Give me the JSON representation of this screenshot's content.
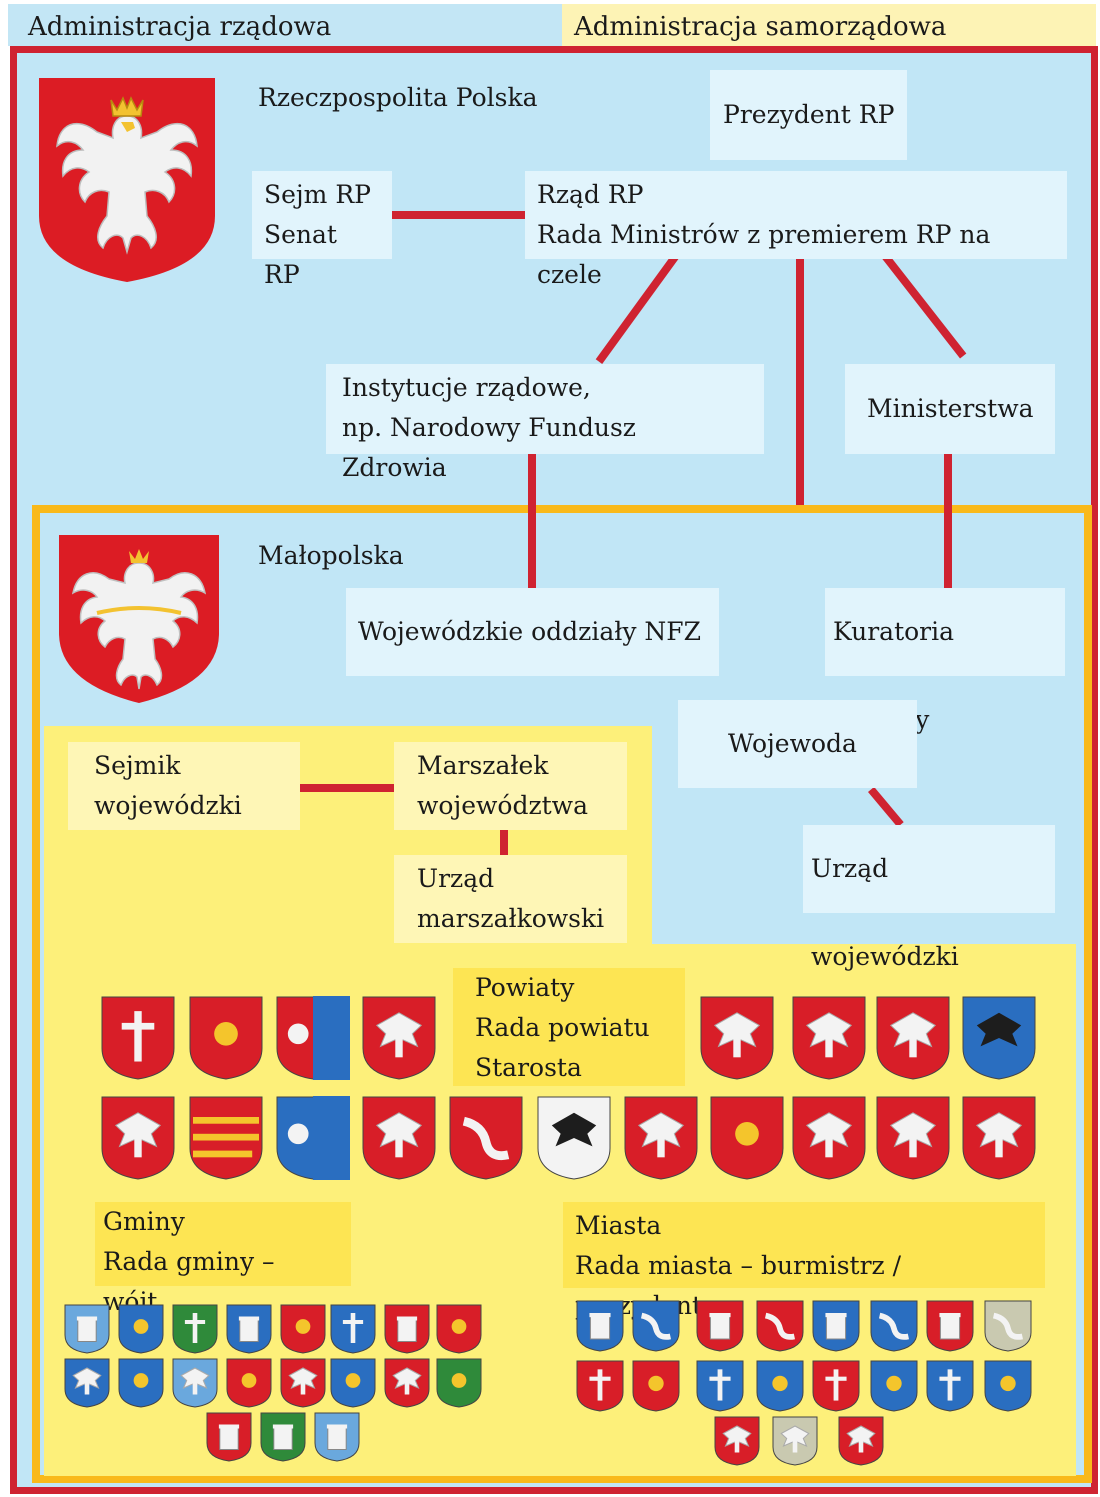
{
  "legend": {
    "government": "Administracja rządowa",
    "self_government": "Administracja samorządowa"
  },
  "national": {
    "country": "Rzeczpospolita Polska",
    "president": "Prezydent RP",
    "parliament": [
      "Sejm RP",
      "Senat RP"
    ],
    "government": [
      "Rząd RP",
      "Rada Ministrów z premierem RP na czele"
    ],
    "institutions": [
      "Instytucje rządowe,",
      "np. Narodowy Fundusz Zdrowia"
    ],
    "ministries": "Ministerstwa"
  },
  "regional": {
    "region": "Małopolska",
    "nfz": "Wojewódzkie oddziały NFZ",
    "education": "Kuratoria oświaty",
    "voivode": "Wojewoda",
    "voivode_office": "Urząd wojewódzki",
    "sejmik": [
      "Sejmik",
      "wojewódzki"
    ],
    "marshal": [
      "Marszałek",
      "województwa"
    ],
    "marshal_office": [
      "Urząd",
      "marszałkowski"
    ]
  },
  "local": {
    "powiaty": [
      "Powiaty",
      "Rada powiatu",
      "Starosta"
    ],
    "gminy": [
      "Gminy",
      "Rada gminy – wójt"
    ],
    "miasta": [
      "Miasta",
      "Rada miasta – burmistrz / prezydent"
    ]
  },
  "colors": {
    "red": "#cf2331",
    "sky": "#c1e6f6",
    "gold": "#f9b91a",
    "yellow": "#fdf07a"
  }
}
